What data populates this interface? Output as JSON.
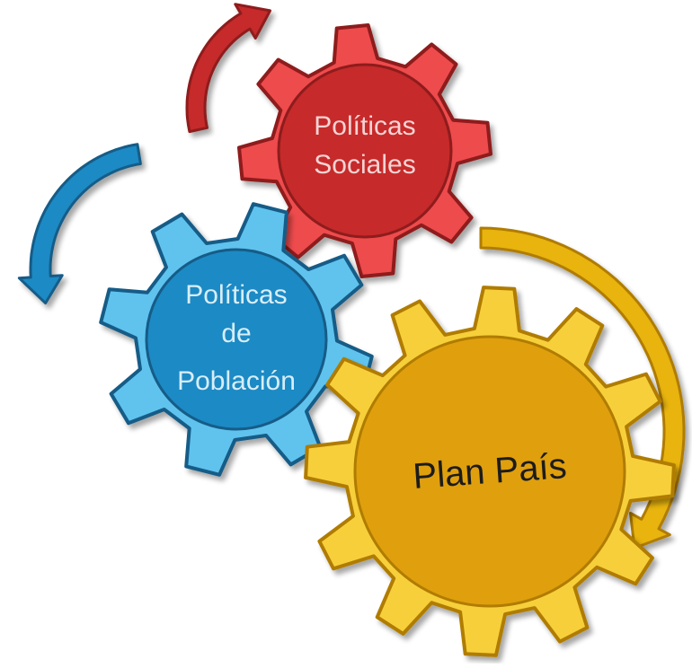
{
  "diagram": {
    "gears": [
      {
        "id": "politicas-sociales",
        "lines": [
          "Políticas",
          "Sociales"
        ],
        "fill": "#c62a2c",
        "fill_light": "#ee4b4d",
        "fill_dark": "#8e1a1c",
        "text_color": "#f6d3d3",
        "teeth": 8
      },
      {
        "id": "politicas-de-poblacion",
        "lines": [
          "Políticas",
          "de",
          "Población"
        ],
        "fill": "#1f8ac4",
        "fill_light": "#5ec3ee",
        "fill_dark": "#135b87",
        "text_color": "#d7eef8",
        "teeth": 8
      },
      {
        "id": "plan-pais",
        "lines": [
          "Plan País"
        ],
        "fill": "#e09f0a",
        "fill_light": "#f7cf3a",
        "fill_dark": "#b07c06",
        "text_color": "#1a1a1a",
        "teeth": 12
      }
    ],
    "arrows": [
      {
        "id": "red-arrow",
        "color": "#c62a2c",
        "color_dark": "#8e1a1c"
      },
      {
        "id": "blue-arrow",
        "color": "#1f8ac4",
        "color_dark": "#135b87"
      },
      {
        "id": "gold-arrow",
        "color": "#e8b40c",
        "color_dark": "#b07c06"
      }
    ]
  }
}
